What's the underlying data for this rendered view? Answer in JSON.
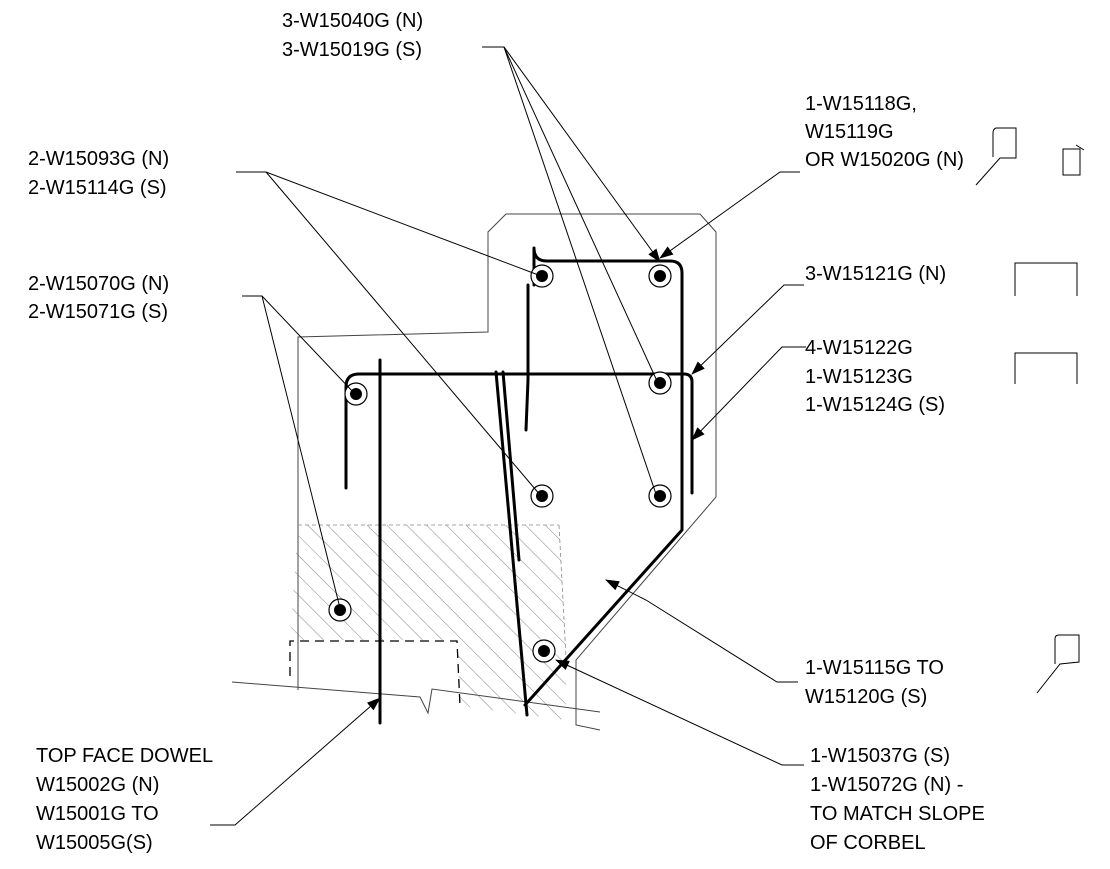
{
  "labels": {
    "l1": {
      "line1": "3-W15040G (N)",
      "line2": "3-W15019G (S)"
    },
    "l2": {
      "line1": "1-W15118G,",
      "line2": "W15119G",
      "line3": "OR W15020G (N)"
    },
    "l3": {
      "line1": "2-W15093G (N)",
      "line2": "2-W15114G (S)"
    },
    "l4": {
      "line1": "2-W15070G (N)",
      "line2": "2-W15071G (S)"
    },
    "l5": {
      "line1": "3-W15121G (N)"
    },
    "l6": {
      "line1": "4-W15122G",
      "line2": "1-W15123G",
      "line3": "1-W15124G (S)"
    },
    "l7": {
      "line1": "1-W15115G TO",
      "line2": "W15120G (S)"
    },
    "l8": {
      "line1": "TOP FACE DOWEL",
      "line2": "W15002G (N)",
      "line3": "W15001G TO",
      "line4": "W15005G(S)"
    },
    "l9": {
      "line1": "1-W15037G (S)",
      "line2": "1-W15072G (N) -",
      "line3": "TO MATCH SLOPE",
      "line4": "OF CORBEL"
    }
  }
}
